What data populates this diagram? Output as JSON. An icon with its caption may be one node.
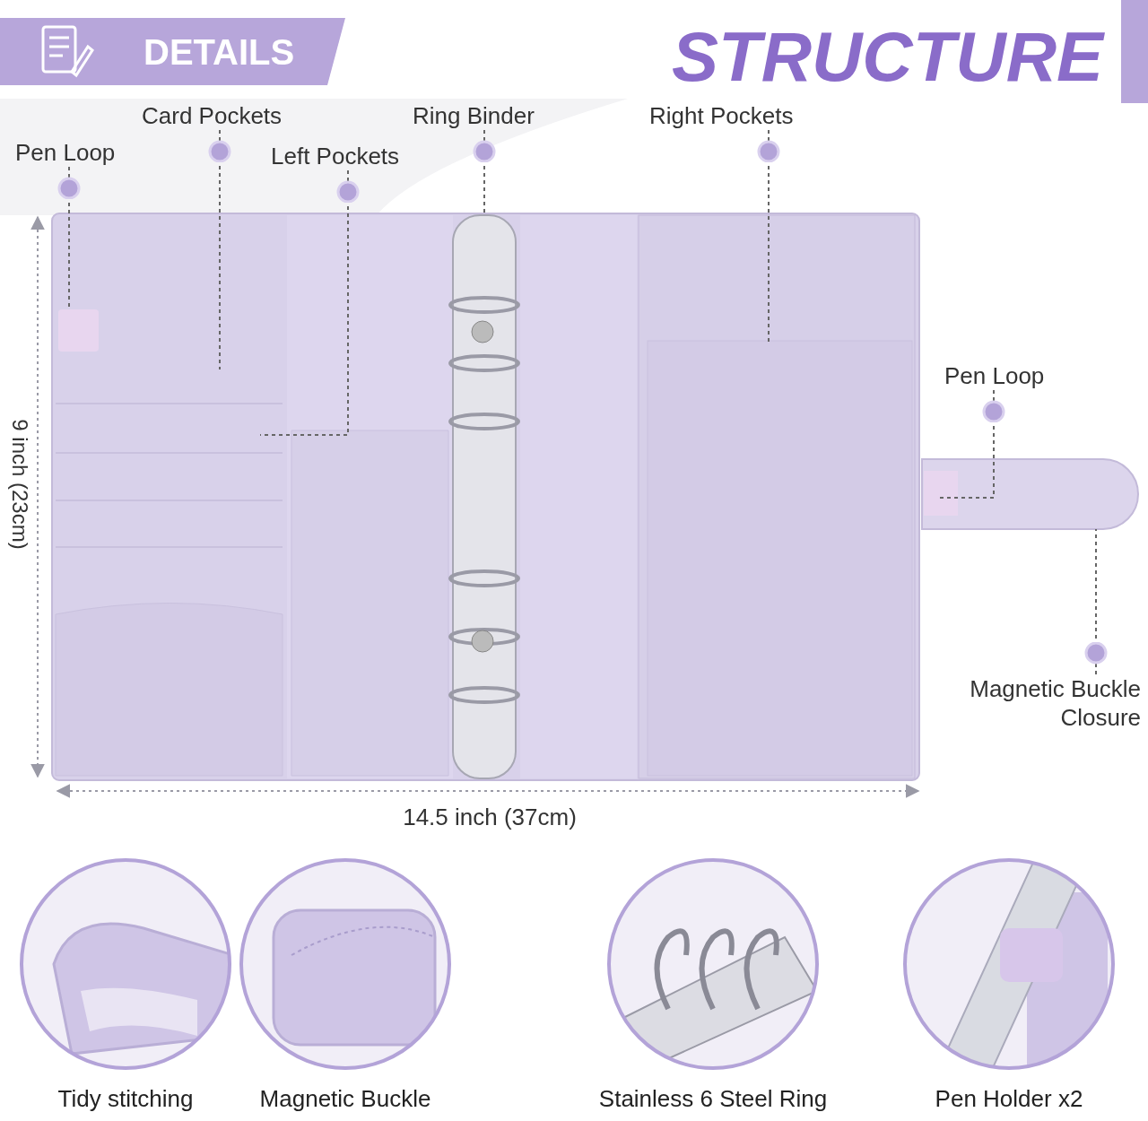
{
  "diagram": {
    "title": "STRUCTURE",
    "nodes": [
      {
        "text": [
          "Pen Loop"
        ]
      },
      {
        "text": [
          "Card Pockets"
        ]
      },
      {
        "text": [
          "Left Pockets"
        ]
      },
      {
        "text": [
          "Ring Binder"
        ]
      },
      {
        "text": [
          "Right Pockets"
        ]
      },
      {
        "text": [
          "Pen Loop"
        ]
      },
      {
        "text": [
          "Magnetic Buckle Closure"
        ]
      },
      {
        "text": [
          "Tidy stitching"
        ]
      },
      {
        "text": [
          "Magnetic Buckle"
        ]
      },
      {
        "text": [
          "Stainless 6 Steel Ring"
        ]
      },
      {
        "text": [
          "Pen Holder x2"
        ]
      }
    ],
    "edges": [
      {
        "from": 0,
        "to": null,
        "arrow": "other",
        "style": "dashed"
      },
      {
        "from": 1,
        "to": null,
        "arrow": "other",
        "style": "dashed"
      },
      {
        "from": 2,
        "to": null,
        "arrow": "other",
        "style": "dashed"
      },
      {
        "from": 3,
        "to": null,
        "arrow": "other",
        "style": "dashed"
      },
      {
        "from": 4,
        "to": null,
        "arrow": "other",
        "style": "dashed"
      },
      {
        "from": 5,
        "to": null,
        "arrow": "other",
        "style": "dashed"
      },
      {
        "from": 6,
        "to": null,
        "arrow": "other",
        "style": "dashed"
      }
    ],
    "labels": [
      "DETAILS",
      "9 inch (23cm)",
      "14.5 inch (37cm)"
    ]
  }
}
